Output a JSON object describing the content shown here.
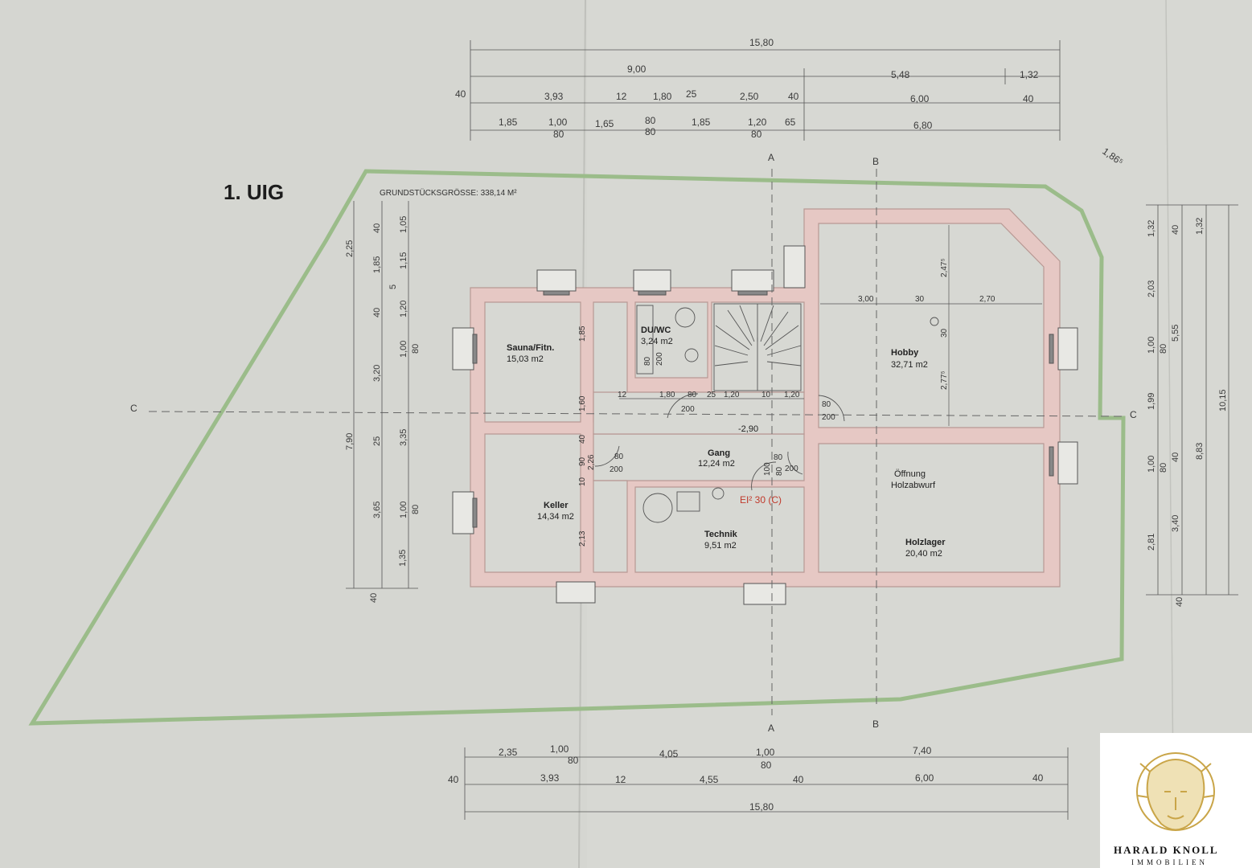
{
  "title": "1. UIG",
  "plot_area": "GRUNDSTÜCKSGRÖSSE: 338,14 M²",
  "rooms": {
    "sauna": {
      "name": "Sauna/Fitn.",
      "area": "15,03 m2"
    },
    "duwc": {
      "name": "DU/WC",
      "area": "3,24 m2"
    },
    "hobby": {
      "name": "Hobby",
      "area": "32,71 m2"
    },
    "gang": {
      "name": "Gang",
      "area": "12,24 m2"
    },
    "keller": {
      "name": "Keller",
      "area": "14,34 m2"
    },
    "technik": {
      "name": "Technik",
      "area": "9,51 m2"
    },
    "holzlager": {
      "name": "Holzlager",
      "area": "20,40 m2"
    },
    "oeffnung": {
      "line1": "Öffnung",
      "line2": "Holzabwurf"
    }
  },
  "fire_door": "EI² 30 (C)",
  "level": "-2,90",
  "sections": {
    "a": "A",
    "b": "B",
    "c": "C"
  },
  "dims_top": {
    "total": "15,80",
    "r2_left": "9,00",
    "r2_mid": "5,48",
    "r2_right": "1,32",
    "r3": [
      "40",
      "3,93",
      "12",
      "1,80",
      "25",
      "2,50",
      "40",
      "6,00",
      "40"
    ],
    "r4": [
      "1,85",
      "1,00",
      "80",
      "1,65",
      "80",
      "80",
      "1,85",
      "1,20",
      "80",
      "65",
      "6,80"
    ],
    "diag": "1,86⁵"
  },
  "dims_bottom": {
    "r1": [
      "2,35",
      "1,00",
      "80",
      "4,05",
      "1,00",
      "80",
      "7,40"
    ],
    "r2": [
      "40",
      "3,93",
      "12",
      "4,55",
      "40",
      "6,00",
      "40"
    ],
    "total": "15,80"
  },
  "dims_left": {
    "outer": [
      "2,25",
      "7,90",
      "40"
    ],
    "mid": [
      "40",
      "1,85",
      "40",
      "3,20",
      "25",
      "3,65",
      "1,35"
    ],
    "inner": [
      "1,05",
      "1,15",
      "5",
      "1,20",
      "1,00",
      "80",
      "3,35",
      "1,00",
      "80"
    ]
  },
  "dims_right": {
    "r1": [
      "1,32",
      "2,03",
      "1,00",
      "80",
      "1,99",
      "1,00",
      "80",
      "2,81",
      "40"
    ],
    "r2": [
      "40",
      "5,55",
      "40",
      "3,40"
    ],
    "r3": [
      "1,32",
      "8,83"
    ],
    "r4": [
      "10,15"
    ]
  },
  "interior": {
    "hobby_dims": [
      "3,00",
      "30",
      "2,70",
      "2,47⁵",
      "30",
      "2,77⁵"
    ],
    "corr_dims": [
      "12",
      "1,80",
      "80",
      "25",
      "1,20",
      "10",
      "1,20"
    ],
    "door_dims": [
      "200",
      "80",
      "200",
      "80",
      "200",
      "100",
      "80",
      "200",
      "80",
      "200",
      "80"
    ],
    "wall_dims": [
      "1,85",
      "1,60",
      "40",
      "90",
      "2,26",
      "10",
      "2,13"
    ]
  },
  "logo": {
    "name": "HARALD KNOLL",
    "sub": "IMMOBILIEN"
  },
  "colors": {
    "paper": "#d6d7d2",
    "wall": "#e6c8c4",
    "wall_stroke": "#b89994",
    "plot_line": "#9bbc8a",
    "accent": "#c0392b",
    "gold": "#c9a548"
  }
}
